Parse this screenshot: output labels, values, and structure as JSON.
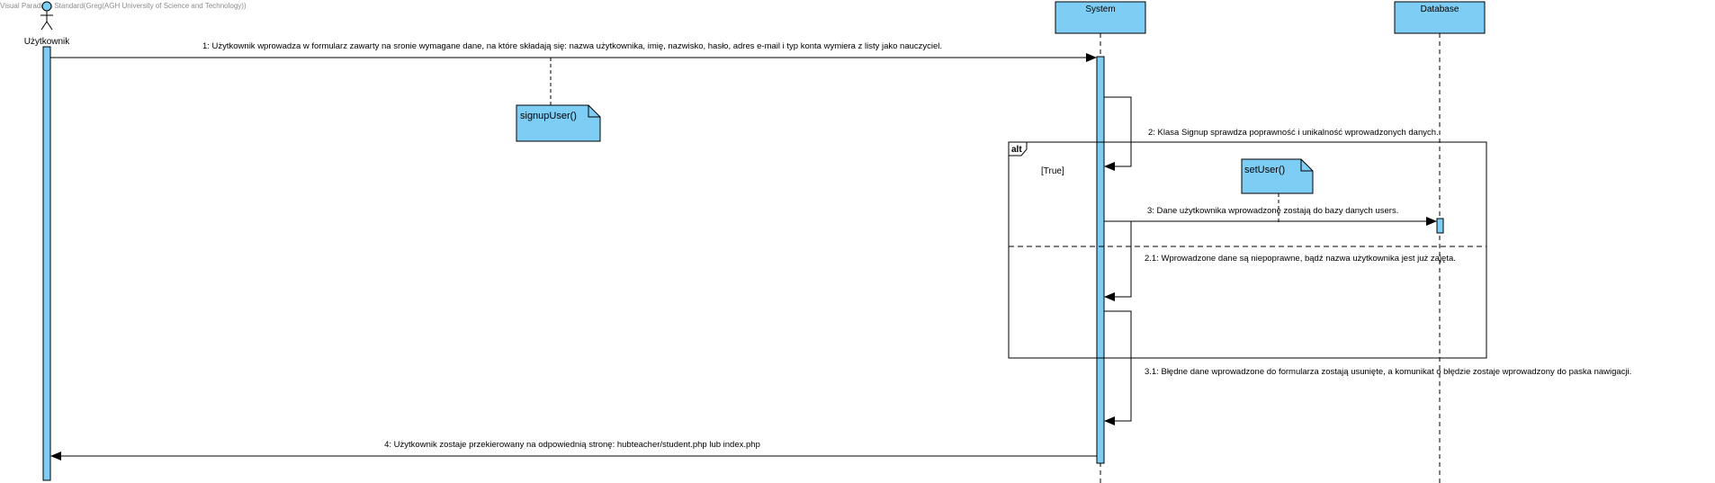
{
  "watermark": "Visual Paradigm Standard(Greg(AGH University of Science and Technology))",
  "actor": {
    "name": "Użytkownik"
  },
  "lifelines": {
    "system": "System",
    "database": "Database"
  },
  "notes": {
    "signup": "signupUser()",
    "setuser": "setUser()"
  },
  "fragment": {
    "operator": "alt",
    "guard": "[True]"
  },
  "messages": {
    "m1": "1: Użytkownik wprowadza w formularz zawarty na sronie wymagane dane, na które składają się: nazwa użytkownika, imię, nazwisko, hasło, adres e-mail i typ konta wymiera z listy jako nauczyciel.",
    "m2": "2: Klasa Signup sprawdza poprawność i unikalność wprowadzonych danych.",
    "m3": "3: Dane użytkownika wprowadzone zostają do bazy danych users.",
    "m21": "2.1: Wprowadzone dane są niepoprawne, bądź nazwa użytkownika jest już zajęta.",
    "m31": "3.1: Błędne dane wprowadzone do formularza zostają usunięte, a komunikat o błędzie zostaje wprowadzony do paska nawigacji.",
    "m4": "4: Użytkownik zostaje przekierowany na odpowiednią stronę: hubteacher/student.php lub index.php"
  },
  "colors": {
    "fill": "#7ecdf4",
    "line": "#000000",
    "watermark": "#8c8c8c"
  }
}
